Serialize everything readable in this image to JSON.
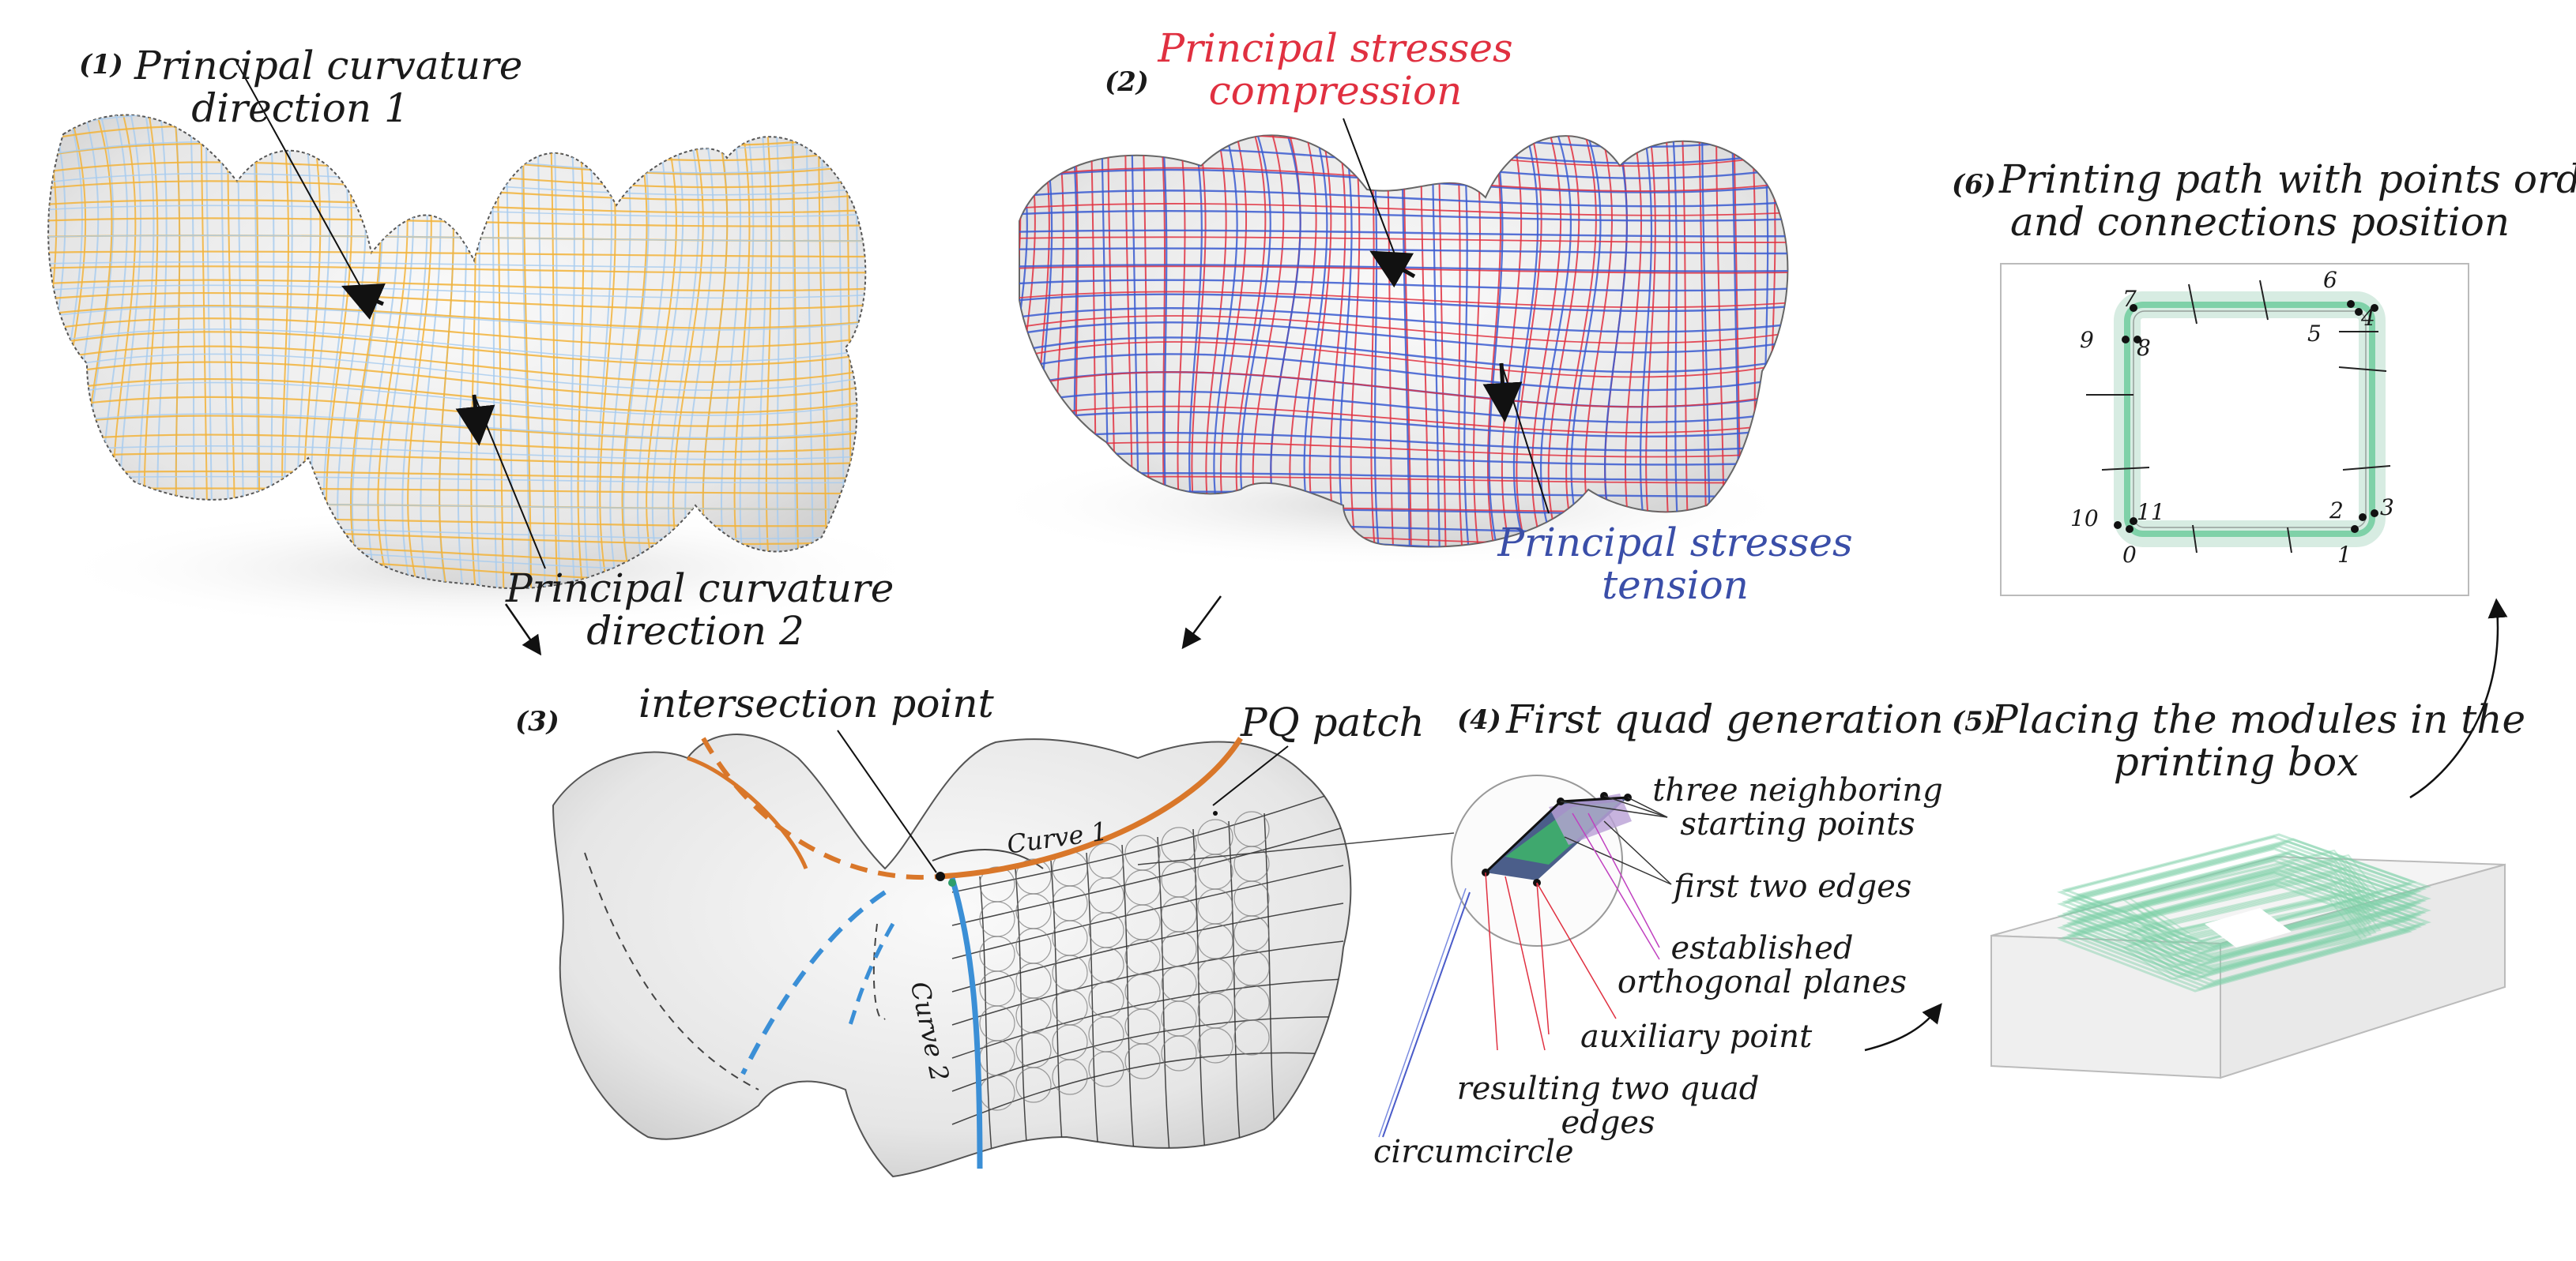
{
  "panels": {
    "p1": {
      "num": "(1)",
      "dir1_line1": "Principal curvature",
      "dir1_line2": "direction 1",
      "dir2_line1": "Principal curvature",
      "dir2_line2": "direction 2"
    },
    "p2": {
      "num": "(2)",
      "comp_line1": "Principal stresses",
      "comp_line2": "compression",
      "ten_line1": "Principal stresses",
      "ten_line2": "tension"
    },
    "p3": {
      "num": "(3)",
      "intersection": "intersection point",
      "pq": "PQ patch",
      "curve1": "Curve 1",
      "curve2": "Curve 2"
    },
    "p4": {
      "num": "(4)",
      "title": "First quad generation",
      "three_line1": "three neighboring",
      "three_line2": "starting points",
      "edges": "first two edges",
      "planes_line1": "established",
      "planes_line2": "orthogonal planes",
      "aux": "auxiliary point",
      "result_line1": "resulting two quad",
      "result_line2": "edges",
      "circ": "circumcircle"
    },
    "p5": {
      "num": "(5)",
      "title_line1": "Placing the modules in the",
      "title_line2": "printing box"
    },
    "p6": {
      "num": "(6)",
      "title_line1": "Printing path with points order",
      "title_line2": "and connections position",
      "points": [
        "0",
        "1",
        "2",
        "3",
        "4",
        "5",
        "6",
        "7",
        "8",
        "9",
        "10",
        "11"
      ]
    }
  },
  "colors": {
    "curvature_dir1": "#f2b33a",
    "curvature_dir2": "#a9cdef",
    "compression": "#e03040",
    "tension": "#3a5bd0",
    "curve1": "#d9772a",
    "curve2": "#3b8fd6",
    "print_path": "#7fd1a8"
  }
}
